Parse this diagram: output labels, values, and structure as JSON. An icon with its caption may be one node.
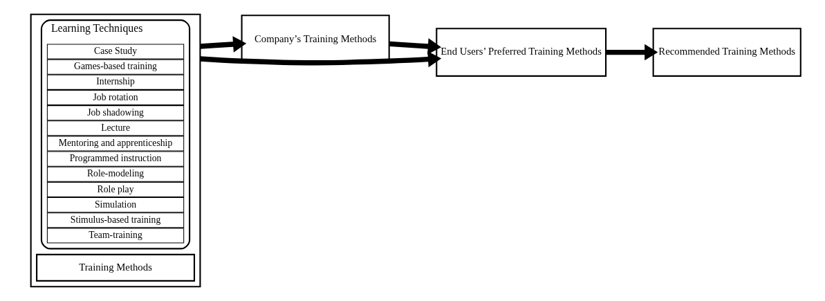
{
  "diagram": {
    "nodes": [
      {
        "text": [],
        "shape": "box"
      },
      {
        "text": [
          "Training Methods"
        ],
        "in": 0
      },
      {
        "text": [
          "Learning Techniques"
        ],
        "in": 0
      },
      {
        "text": [
          "Case Study"
        ],
        "in": 2
      },
      {
        "text": [
          "Games-based training"
        ],
        "in": 2
      },
      {
        "text": [
          "Internship"
        ],
        "in": 2
      },
      {
        "text": [
          "Job rotation"
        ],
        "in": 2
      },
      {
        "text": [
          "Job shadowing"
        ],
        "in": 2
      },
      {
        "text": [
          "Lecture"
        ],
        "in": 2
      },
      {
        "text": [
          "Mentoring and apprenticeship"
        ],
        "in": 2
      },
      {
        "text": [
          "Programmed instruction"
        ],
        "in": 2
      },
      {
        "text": [
          "Role-modeling"
        ],
        "in": 2
      },
      {
        "text": [
          "Role play"
        ],
        "in": 2
      },
      {
        "text": [
          "Simulation"
        ],
        "in": 2
      },
      {
        "text": [
          "Stimulus-based training"
        ],
        "in": 2
      },
      {
        "text": [
          "Team-training"
        ],
        "in": 2
      },
      {
        "text": [
          "Company’s Training Methods"
        ]
      },
      {
        "text": [
          "End Users’ Preferred Training Methods"
        ]
      },
      {
        "text": [
          "Recommended Training Methods"
        ]
      }
    ],
    "edges": [
      {
        "from": 0,
        "to": 16,
        "arrow": "to"
      },
      {
        "from": 0,
        "to": 17,
        "arrow": "to"
      },
      {
        "from": 16,
        "to": 17,
        "arrow": "to"
      },
      {
        "from": 17,
        "to": 18,
        "arrow": "to"
      }
    ]
  }
}
